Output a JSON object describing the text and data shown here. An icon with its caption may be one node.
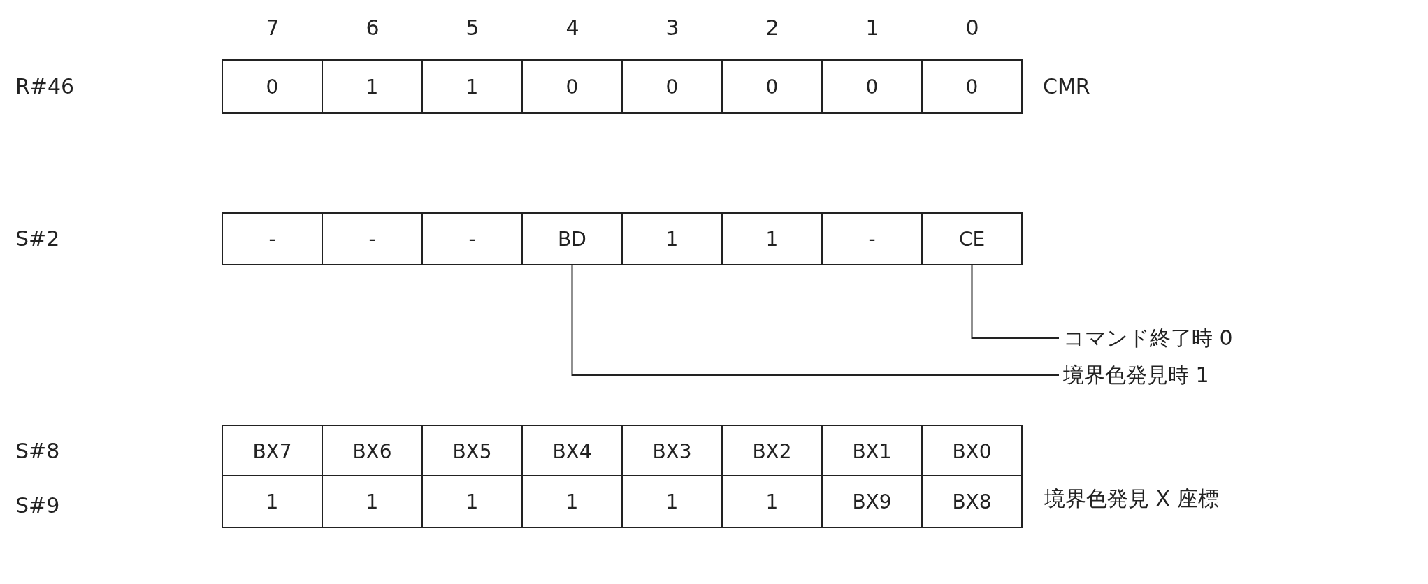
{
  "diagram": {
    "nodes": [
      {
        "text": [
          "0"
        ]
      },
      {
        "text": [
          "1"
        ]
      },
      {
        "text": [
          "1"
        ]
      },
      {
        "text": [
          "0"
        ]
      },
      {
        "text": [
          "0"
        ]
      },
      {
        "text": [
          "0"
        ]
      },
      {
        "text": [
          "0"
        ]
      },
      {
        "text": [
          "0"
        ]
      },
      {
        "text": [
          "-"
        ]
      },
      {
        "text": [
          "-"
        ]
      },
      {
        "text": [
          "-"
        ]
      },
      {
        "text": [
          "BD"
        ]
      },
      {
        "text": [
          "1"
        ]
      },
      {
        "text": [
          "1"
        ]
      },
      {
        "text": [
          "-"
        ]
      },
      {
        "text": [
          "CE"
        ]
      },
      {
        "text": [
          "BX7"
        ]
      },
      {
        "text": [
          "BX6"
        ]
      },
      {
        "text": [
          "BX5"
        ]
      },
      {
        "text": [
          "BX4"
        ]
      },
      {
        "text": [
          "BX3"
        ]
      },
      {
        "text": [
          "BX2"
        ]
      },
      {
        "text": [
          "BX1"
        ]
      },
      {
        "text": [
          "BX0"
        ]
      },
      {
        "text": [
          "1"
        ]
      },
      {
        "text": [
          "1"
        ]
      },
      {
        "text": [
          "1"
        ]
      },
      {
        "text": [
          "1"
        ]
      },
      {
        "text": [
          "1"
        ]
      },
      {
        "text": [
          "1"
        ]
      },
      {
        "text": [
          "BX9"
        ]
      },
      {
        "text": [
          "BX8"
        ]
      },
      {
        "text": [
          "コマンド終了時 0"
        ]
      },
      {
        "text": [
          "境界色発見時 1"
        ]
      }
    ],
    "edges": [
      {
        "from": 32,
        "to": 15,
        "arrow": "none"
      },
      {
        "from": 33,
        "to": 11,
        "arrow": "none"
      }
    ],
    "labels": [
      "7",
      "6",
      "5",
      "4",
      "3",
      "2",
      "1",
      "0",
      "R#46",
      "CMR",
      "S#2",
      "S#8",
      "S#9",
      "境界色発見 X 座標"
    ]
  }
}
